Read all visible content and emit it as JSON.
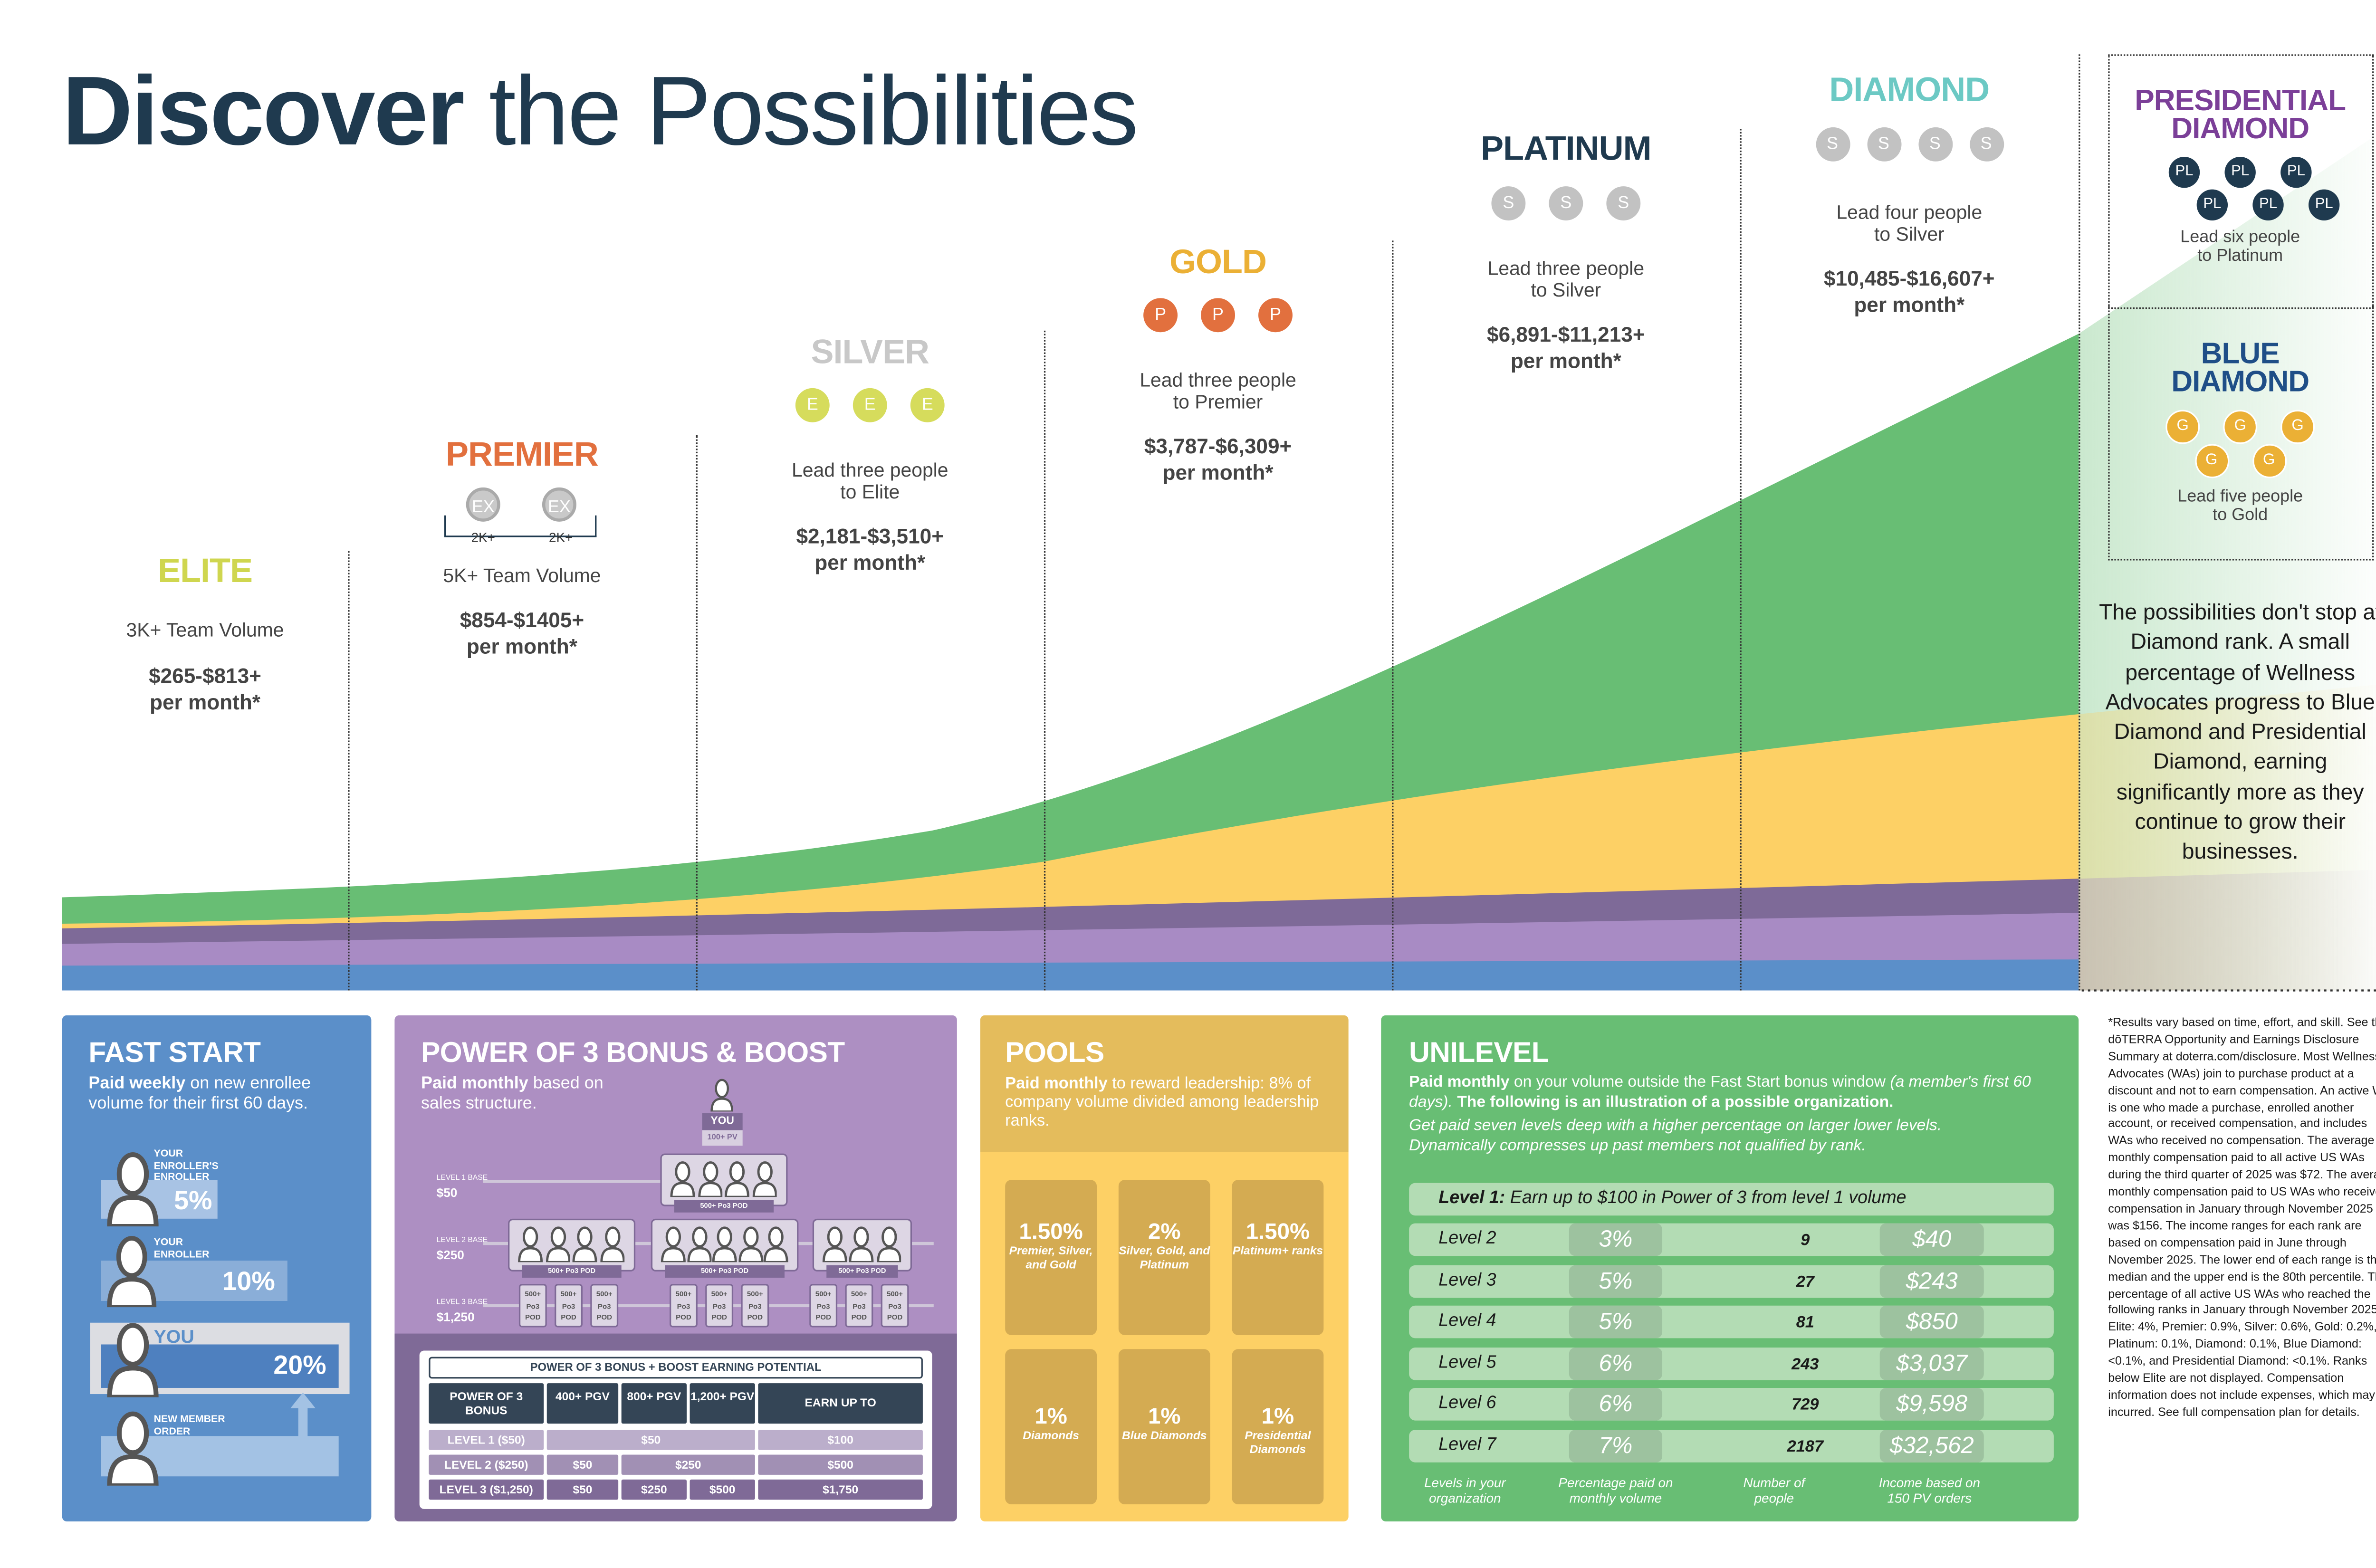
{
  "title": {
    "bold": "Discover",
    "light": "the Possibilities"
  },
  "colors": {
    "navy": "#1f3a4f",
    "green": "#68be74",
    "yellow": "#fdd065",
    "purple_dark": "#7e6a98",
    "purple_light": "#a88bc4",
    "blue": "#5b8fc9"
  },
  "ranks": {
    "elite": {
      "name": "ELITE",
      "desc": "3K+ Team Volume",
      "income": "$265-$813+",
      "per": "per month*"
    },
    "premier": {
      "name": "PREMIER",
      "coins": [
        "EX",
        "EX"
      ],
      "coin_sub": [
        "2K+",
        "2K+"
      ],
      "desc": "5K+ Team Volume",
      "income": "$854-$1405+",
      "per": "per month*"
    },
    "silver": {
      "name": "SILVER",
      "coins": [
        "E",
        "E",
        "E"
      ],
      "desc": [
        "Lead three people",
        "to Elite"
      ],
      "income": "$2,181-$3,510+",
      "per": "per month*"
    },
    "gold": {
      "name": "GOLD",
      "coins": [
        "P",
        "P",
        "P"
      ],
      "desc": [
        "Lead three people",
        "to Premier"
      ],
      "income": "$3,787-$6,309+",
      "per": "per month*"
    },
    "platinum": {
      "name": "PLATINUM",
      "coins": [
        "S",
        "S",
        "S"
      ],
      "desc": [
        "Lead three people",
        "to Silver"
      ],
      "income": "$6,891-$11,213+",
      "per": "per month*"
    },
    "diamond": {
      "name": "DIAMOND",
      "coins": [
        "S",
        "S",
        "S",
        "S"
      ],
      "desc": [
        "Lead four people",
        "to Silver"
      ],
      "income": "$10,485-$16,607+",
      "per": "per month*"
    },
    "presidential": {
      "name": [
        "PRESIDENTIAL",
        "DIAMOND"
      ],
      "coins": [
        "PL",
        "PL",
        "PL",
        "PL",
        "PL",
        "PL"
      ],
      "desc": [
        "Lead six people",
        "to Platinum"
      ]
    },
    "blue_diamond": {
      "name": [
        "BLUE",
        "DIAMOND"
      ],
      "coins": [
        "G",
        "G",
        "G",
        "G",
        "G"
      ],
      "desc": [
        "Lead five people",
        "to Gold"
      ]
    }
  },
  "closing": "The possibilities don't stop at Diamond rank. A small percentage of Wellness Advocates progress to Blue Diamond and Presidential Diamond, earning significantly more as they continue to grow their businesses.",
  "fast_start": {
    "title": "FAST START",
    "sub_bold": "Paid weekly",
    "sub_rest": " on new enrollee volume for their first 60 days.",
    "rows": [
      {
        "label": [
          "YOUR",
          "ENROLLER'S",
          "ENROLLER"
        ],
        "pct": "5%"
      },
      {
        "label": [
          "YOUR",
          "ENROLLER"
        ],
        "pct": "10%"
      },
      {
        "label": [
          "YOU"
        ],
        "pct": "20%"
      },
      {
        "label": [
          "NEW MEMBER",
          "ORDER"
        ]
      }
    ]
  },
  "power3": {
    "title": "POWER OF 3 BONUS & BOOST",
    "sub_bold": "Paid monthly",
    "sub_rest": " based on sales structure.",
    "you": "YOU",
    "you_pv": "100+ PV",
    "levels": [
      {
        "label": "LEVEL 1 BASE",
        "value": "$50"
      },
      {
        "label": "LEVEL 2 BASE",
        "value": "$250"
      },
      {
        "label": "LEVEL 3 BASE",
        "value": "$1,250"
      }
    ],
    "pod_label": "500+ Po3 POD",
    "small_pod": [
      "500+",
      "Po3",
      "POD"
    ],
    "table": {
      "title": "POWER OF 3 BONUS + BOOST EARNING POTENTIAL",
      "headers": [
        "POWER OF 3 BONUS",
        "400+ PGV",
        "800+ PGV",
        "1,200+ PGV",
        "EARN UP TO"
      ],
      "rows": [
        {
          "label": "LEVEL 1 ($50)",
          "cells": [
            "$50"
          ],
          "earn": "$100"
        },
        {
          "label": "LEVEL 2 ($250)",
          "cells": [
            "$50",
            "$250"
          ],
          "earn": "$500"
        },
        {
          "label": "LEVEL 3 ($1,250)",
          "cells": [
            "$50",
            "$250",
            "$500"
          ],
          "earn": "$1,750"
        }
      ]
    }
  },
  "pools": {
    "title": "POOLS",
    "sub_bold": "Paid monthly",
    "sub_rest": " to reward leadership: 8% of company volume divided among leadership ranks.",
    "tiles": [
      {
        "pct": "1.50%",
        "label": "Premier, Silver, and Gold"
      },
      {
        "pct": "2%",
        "label": "Silver, Gold, and Platinum"
      },
      {
        "pct": "1.50%",
        "label": "Platinum+ ranks"
      },
      {
        "pct": "1%",
        "label": "Diamonds"
      },
      {
        "pct": "1%",
        "label": "Blue Diamonds"
      },
      {
        "pct": "1%",
        "label": "Presidential Diamonds"
      }
    ]
  },
  "unilevel": {
    "title": "UNILEVEL",
    "sub_bold": "Paid monthly",
    "sub_rest": " on your volume outside the Fast Start bonus window ",
    "sub_italic": "(a member's first 60 days).",
    "sub_bold2": " The following is an illustration of a possible organization.",
    "note": "Get paid seven levels deep with a higher percentage on larger lower levels. Dynamically compresses up past members not qualified by rank.",
    "level1_bold": "Level 1:",
    "level1_rest": " Earn up to $100 in Power of 3 from level 1 volume",
    "rows": [
      {
        "level": "Level 2",
        "pct": "3%",
        "people": "9",
        "income": "$40"
      },
      {
        "level": "Level 3",
        "pct": "5%",
        "people": "27",
        "income": "$243"
      },
      {
        "level": "Level 4",
        "pct": "5%",
        "people": "81",
        "income": "$850"
      },
      {
        "level": "Level 5",
        "pct": "6%",
        "people": "243",
        "income": "$3,037"
      },
      {
        "level": "Level 6",
        "pct": "6%",
        "people": "729",
        "income": "$9,598"
      },
      {
        "level": "Level 7",
        "pct": "7%",
        "people": "2187",
        "income": "$32,562"
      }
    ],
    "footers": [
      "Levels in your organization",
      "Percentage paid on monthly volume",
      "Number of people",
      "Income based on 150 PV orders"
    ]
  },
  "disclaimer": "*Results vary based on time, effort, and skill. See the dōTERRA Opportunity and Earnings Disclosure Summary at doterra.com/disclosure. Most Wellness Advocates (WAs) join to purchase product at a discount and not to earn compensation. An active WA is one who made a purchase, enrolled another account, or received compensation, and includes WAs who received no compensation. The average monthly compensation paid to all active US WAs during the third quarter of 2025 was $72. The average monthly compensation paid to US WAs who received compensation in January through November 2025 was $156. The income ranges for each rank are based on compensation paid in June through November 2025. The lower end of each range is the median and the upper end is the 80th percentile. The percentage of all active US WAs who reached the following ranks in January through November 2025 is Elite: 4%, Premier: 0.9%, Silver: 0.6%, Gold: 0.2%, Platinum: 0.1%, Diamond: 0.1%, Blue Diamond: <0.1%, and Presidential Diamond: <0.1%. Ranks below Elite are not displayed. Compensation information does not include expenses, which may be incurred. See full compensation plan for details."
}
